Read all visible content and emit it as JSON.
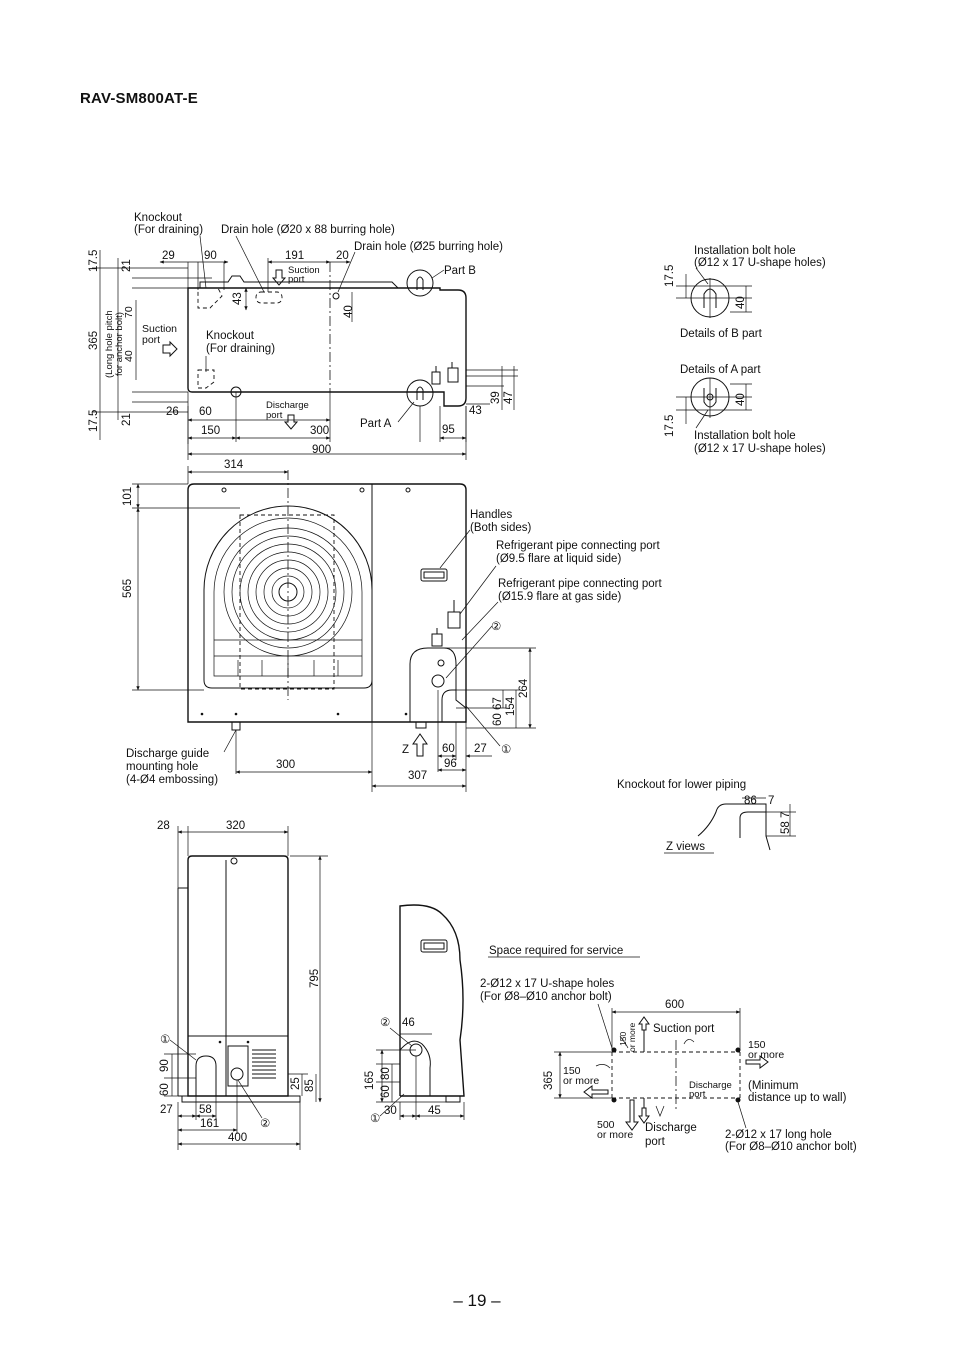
{
  "title": "RAV-SM800AT-E",
  "page_number": "– 19 –",
  "top_view": {
    "knockout_drain_1": "Knockout",
    "knockout_drain_2": "(For draining)",
    "drain_hole_20": "Drain hole (Ø20 x 88 burring hole)",
    "drain_hole_25": "Drain hole (Ø25 burring hole)",
    "part_b": "Part B",
    "part_a": "Part A",
    "suction_port_1": "Suction",
    "suction_port_2": "port",
    "suction_side_1": "Suction",
    "suction_side_2": "port",
    "knockout_mid_1": "Knockout",
    "knockout_mid_2": "(For draining)",
    "discharge_1": "Discharge",
    "discharge_2": "port",
    "pitch_1": "(Long hole pitch",
    "pitch_2": "for anchor bolt)",
    "dims": {
      "d17_5a": "17.5",
      "d21a": "21",
      "d29": "29",
      "d90": "90",
      "d191": "191",
      "d20": "20",
      "d43a": "43",
      "d40a": "40",
      "d365": "365",
      "d70": "70",
      "d40b": "40",
      "d17_5b": "17.5",
      "d21b": "21",
      "d26": "26",
      "d60": "60",
      "d150": "150",
      "d300": "300",
      "d95": "95",
      "d43b": "43",
      "d39": "39",
      "d47": "47",
      "d900": "900"
    }
  },
  "details_b": {
    "label_1": "Installation bolt hole",
    "label_2": "(Ø12 x 17 U-shape holes)",
    "caption": "Details of B part",
    "d17_5": "17.5",
    "d40": "40"
  },
  "details_a": {
    "caption": "Details of A part",
    "label_1": "Installation bolt hole",
    "label_2": "(Ø12 x 17 U-shape holes)",
    "d17_5": "17.5",
    "d40": "40"
  },
  "front_view": {
    "d314": "314",
    "d101": "101",
    "d565": "565",
    "handles_1": "Handles",
    "handles_2": "(Both sides)",
    "liquid_1": "Refrigerant pipe connecting port",
    "liquid_2": "(Ø9.5 flare at liquid side)",
    "gas_1": "Refrigerant pipe connecting port",
    "gas_2": "(Ø15.9 flare at gas side)",
    "circle_2": "②",
    "circle_1": "①",
    "d264": "264",
    "d154": "154",
    "d67": "67",
    "d60": "60",
    "d27": "27",
    "d96": "96",
    "d307": "307",
    "d300": "300",
    "z": "Z",
    "guide_1": "Discharge guide",
    "guide_2": "mounting hole",
    "guide_3": "(4-Ø4 embossing)"
  },
  "z_view": {
    "title": "Knockout for lower piping",
    "d86": "86",
    "d7a": "7",
    "d7b": "7",
    "d58": "58",
    "caption": "Z views"
  },
  "side_view": {
    "d28": "28",
    "d320": "320",
    "d795": "795",
    "circle_1": "①",
    "circle_2": "②",
    "d90": "90",
    "d60": "60",
    "d25": "25",
    "d85": "85",
    "d27": "27",
    "d58": "58",
    "d161": "161",
    "d400": "400"
  },
  "detail_view": {
    "circle_2": "②",
    "circle_1": "①",
    "d46": "46",
    "d165": "165",
    "d80": "80",
    "d60": "60",
    "d30": "30",
    "d45": "45"
  },
  "service": {
    "title": "Space required for service",
    "uholes_1": "2-Ø12 x 17 U-shape holes",
    "uholes_2": "(For Ø8–Ø10 anchor bolt)",
    "d600": "600",
    "d150_top_1": "150",
    "d150_top_2": "or more",
    "suction": "Suction port",
    "d150_right_1": "150",
    "d150_right_2": "or more",
    "d365": "365",
    "d150_left_1": "150",
    "d150_left_2": "or more",
    "discharge_inner_1": "Discharge",
    "discharge_inner_2": "port",
    "min_1": "(Minimum",
    "min_2": "distance up to wall)",
    "d500_1": "500",
    "d500_2": "or more",
    "discharge_1": "Discharge",
    "discharge_2": "port",
    "longhole_1": "2-Ø12 x 17 long hole",
    "longhole_2": "(For Ø8–Ø10 anchor bolt)"
  }
}
